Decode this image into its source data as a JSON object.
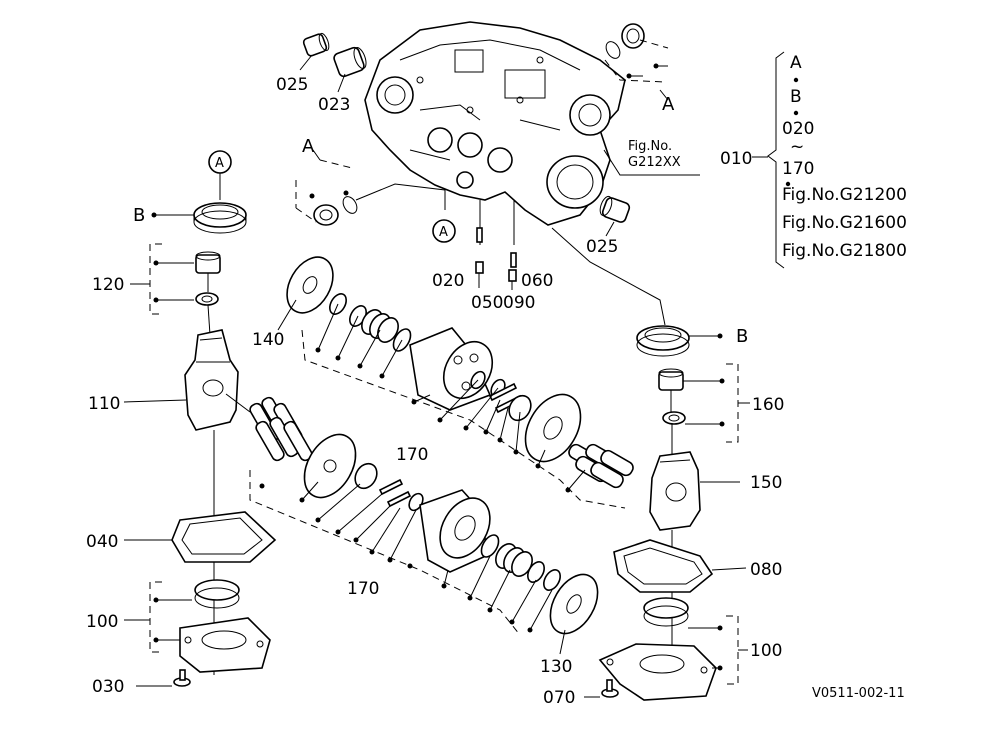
{
  "labels": {
    "p025a": "025",
    "p023": "023",
    "p025b": "025",
    "p020": "020",
    "p050": "050",
    "p060": "060",
    "p090": "090",
    "p120": "120",
    "p110": "110",
    "p140": "140",
    "p170a": "170",
    "p170b": "170",
    "p040": "040",
    "p100a": "100",
    "p030": "030",
    "p130": "130",
    "p070": "070",
    "p160": "160",
    "p150": "150",
    "p080": "080",
    "p100b": "100",
    "p010": "010"
  },
  "refs": {
    "a_top_right": "A",
    "a_left": "A",
    "a_circle_body": "A",
    "a_circle_left": "A",
    "b_left": "B",
    "b_right": "B"
  },
  "fig_note": {
    "line1": "Fig.No.",
    "line2": "G212XX"
  },
  "legend": {
    "line1": "A",
    "line2": "B",
    "line3": "020",
    "tilde": "~",
    "line4": "170",
    "fig1": "Fig.No.G21200",
    "fig2": "Fig.No.G21600",
    "fig3": "Fig.No.G21800"
  },
  "drawing_code": "V0511-002-11"
}
